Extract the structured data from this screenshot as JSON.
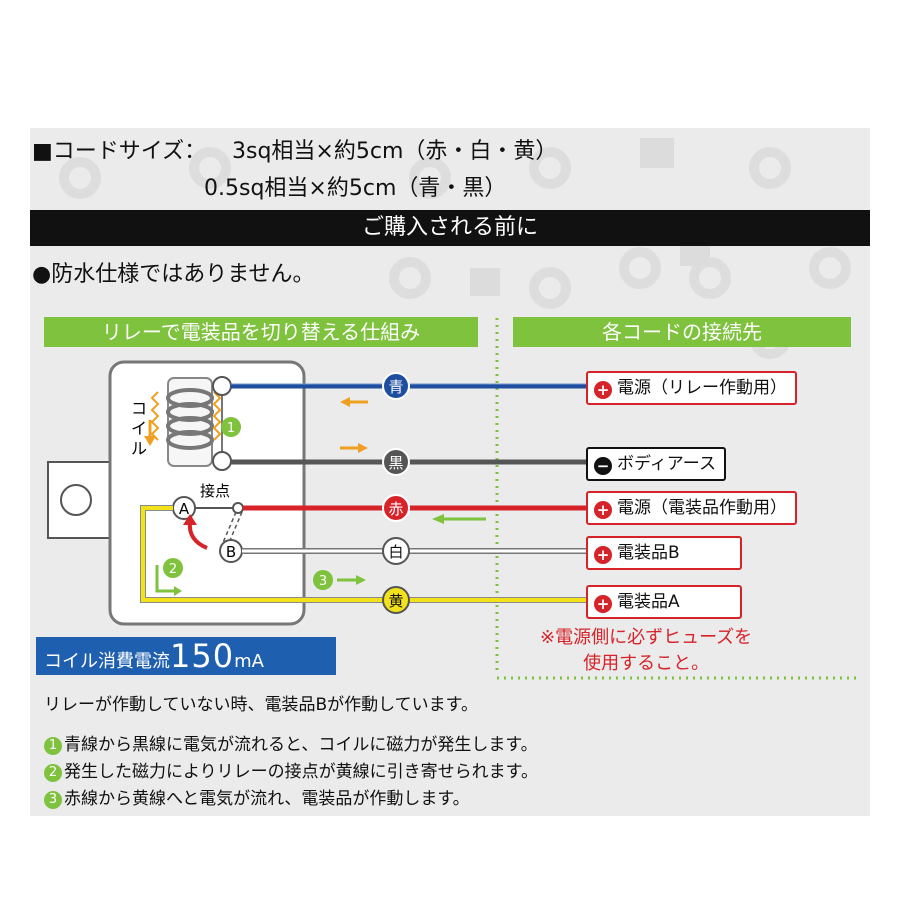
{
  "spec": {
    "label": "■コードサイズ：",
    "line1": "3sq相当×約5cm（赤・白・黄）",
    "line2": "0.5sq相当×約5cm（青・黒）"
  },
  "notice_bar": "ご購入される前に",
  "waterproof_note": "●防水仕様ではありません。",
  "section_left": "リレーで電装品を切り替える仕組み",
  "section_right": "各コードの接続先",
  "diagram": {
    "coil_label": "コイル",
    "contact_label": "接点",
    "terminal_a": "A",
    "terminal_b": "B",
    "step_marks": [
      "1",
      "2",
      "3"
    ],
    "wires": [
      {
        "name": "blue",
        "label": "青",
        "color": "#1f4e9e"
      },
      {
        "name": "black",
        "label": "黒",
        "color": "#555555"
      },
      {
        "name": "red",
        "label": "赤",
        "color": "#d6232a"
      },
      {
        "name": "white",
        "label": "白",
        "color": "#ffffff"
      },
      {
        "name": "yellow",
        "label": "黄",
        "color": "#f2e21a"
      }
    ]
  },
  "destinations": [
    {
      "sign": "+",
      "label": "電源（リレー作動用）"
    },
    {
      "sign": "−",
      "label": "ボディアース"
    },
    {
      "sign": "+",
      "label": "電源（電装品作動用）"
    },
    {
      "sign": "+",
      "label": "電装品B"
    },
    {
      "sign": "+",
      "label": "電装品A"
    }
  ],
  "coil_current": {
    "prefix": "コイル消費電流",
    "value": "150",
    "unit": "mA"
  },
  "fuse_note": {
    "line1": "※電源側に必ずヒューズを",
    "line2": "使用すること。"
  },
  "state_note": "リレーが作動していない時、電装品Bが作動しています。",
  "steps": [
    {
      "num": "1",
      "text": "青線から黒線に電気が流れると、コイルに磁力が発生します。"
    },
    {
      "num": "2",
      "text": "発生した磁力によりリレーの接点が黄線に引き寄せられます。"
    },
    {
      "num": "3",
      "text": "赤線から黄線へと電気が流れ、電装品が作動します。"
    }
  ],
  "colors": {
    "green": "#7ec23d",
    "red": "#d6232a",
    "blue": "#1f4e9e",
    "orange": "#f0a020",
    "navy": "#1e5faf"
  }
}
